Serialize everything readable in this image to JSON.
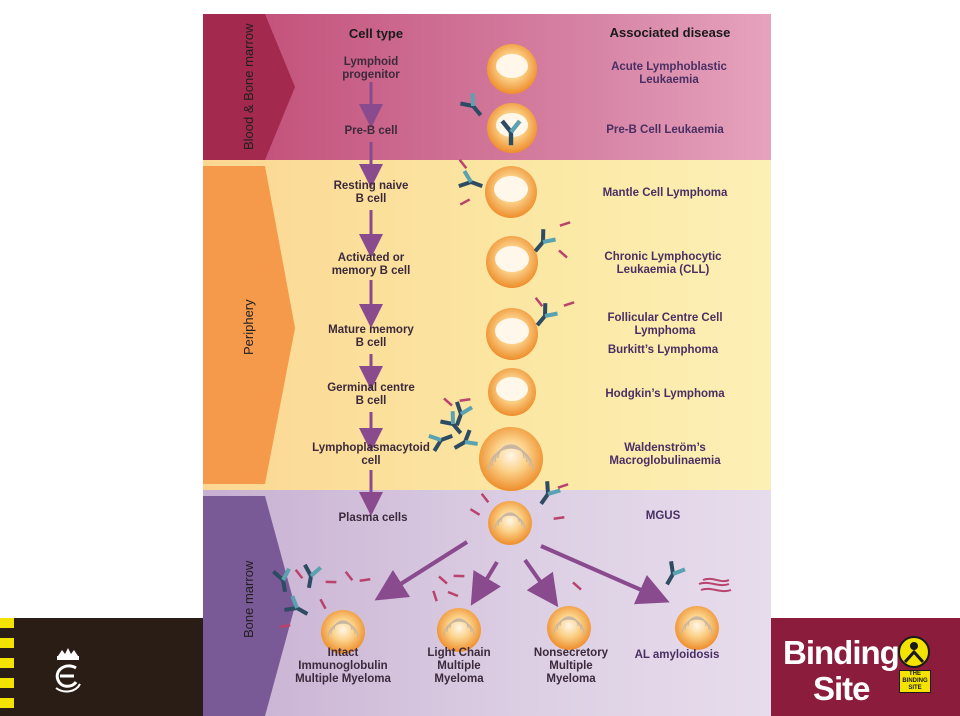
{
  "headers": {
    "cell_type": "Cell type",
    "associated_disease": "Associated disease"
  },
  "sections": {
    "blood_bone_marrow": "Blood & Bone marrow",
    "periphery": "Periphery",
    "bone_marrow": "Bone marrow"
  },
  "cells": {
    "lymphoid_progenitor": [
      "Lymphoid",
      "progenitor"
    ],
    "pre_b": "Pre-B cell",
    "resting_naive": [
      "Resting naive",
      "B cell"
    ],
    "activated_memory": [
      "Activated or",
      "memory B cell"
    ],
    "mature_memory": [
      "Mature memory",
      "B cell"
    ],
    "germinal_centre": [
      "Germinal centre",
      "B cell"
    ],
    "lymphoplasmacytoid": [
      "Lymphoplasmacytoid",
      "cell"
    ],
    "plasma": "Plasma cells",
    "intact_mm": [
      "Intact",
      "Immunoglobulin",
      "Multiple Myeloma"
    ],
    "light_chain_mm": [
      "Light Chain",
      "Multiple",
      "Myeloma"
    ],
    "nonsecretory_mm": [
      "Nonsecretory",
      "Multiple",
      "Myeloma"
    ]
  },
  "diseases": {
    "all": [
      "Acute Lymphoblastic",
      "Leukaemia"
    ],
    "pre_b_leukaemia": "Pre-B Cell Leukaemia",
    "mantle": "Mantle Cell Lymphoma",
    "cll": [
      "Chronic Lymphocytic",
      "Leukaemia (CLL)"
    ],
    "follicular": [
      "Follicular Centre Cell",
      "Lymphoma"
    ],
    "burkitt": "Burkitt’s Lymphoma",
    "hodgkin": "Hodgkin’s Lymphoma",
    "waldenstrom": [
      "Waldenström’s",
      "Macroglobulinaemia"
    ],
    "mgus": "MGUS",
    "al_amyloidosis": "AL amyloidosis"
  },
  "brand": {
    "line1": "Binding",
    "line2": "Site",
    "seal_text": [
      "THE",
      "BINDING",
      "SITE"
    ]
  },
  "colors": {
    "band_top": "#c2507a",
    "band_mid": "#fbe39a",
    "band_bottom": "#cdb7d6",
    "cell_fill": "#f6a23e",
    "arrow": "#8a4a8e",
    "footer": "#2a1d16",
    "brand": "#8c1c3c"
  }
}
